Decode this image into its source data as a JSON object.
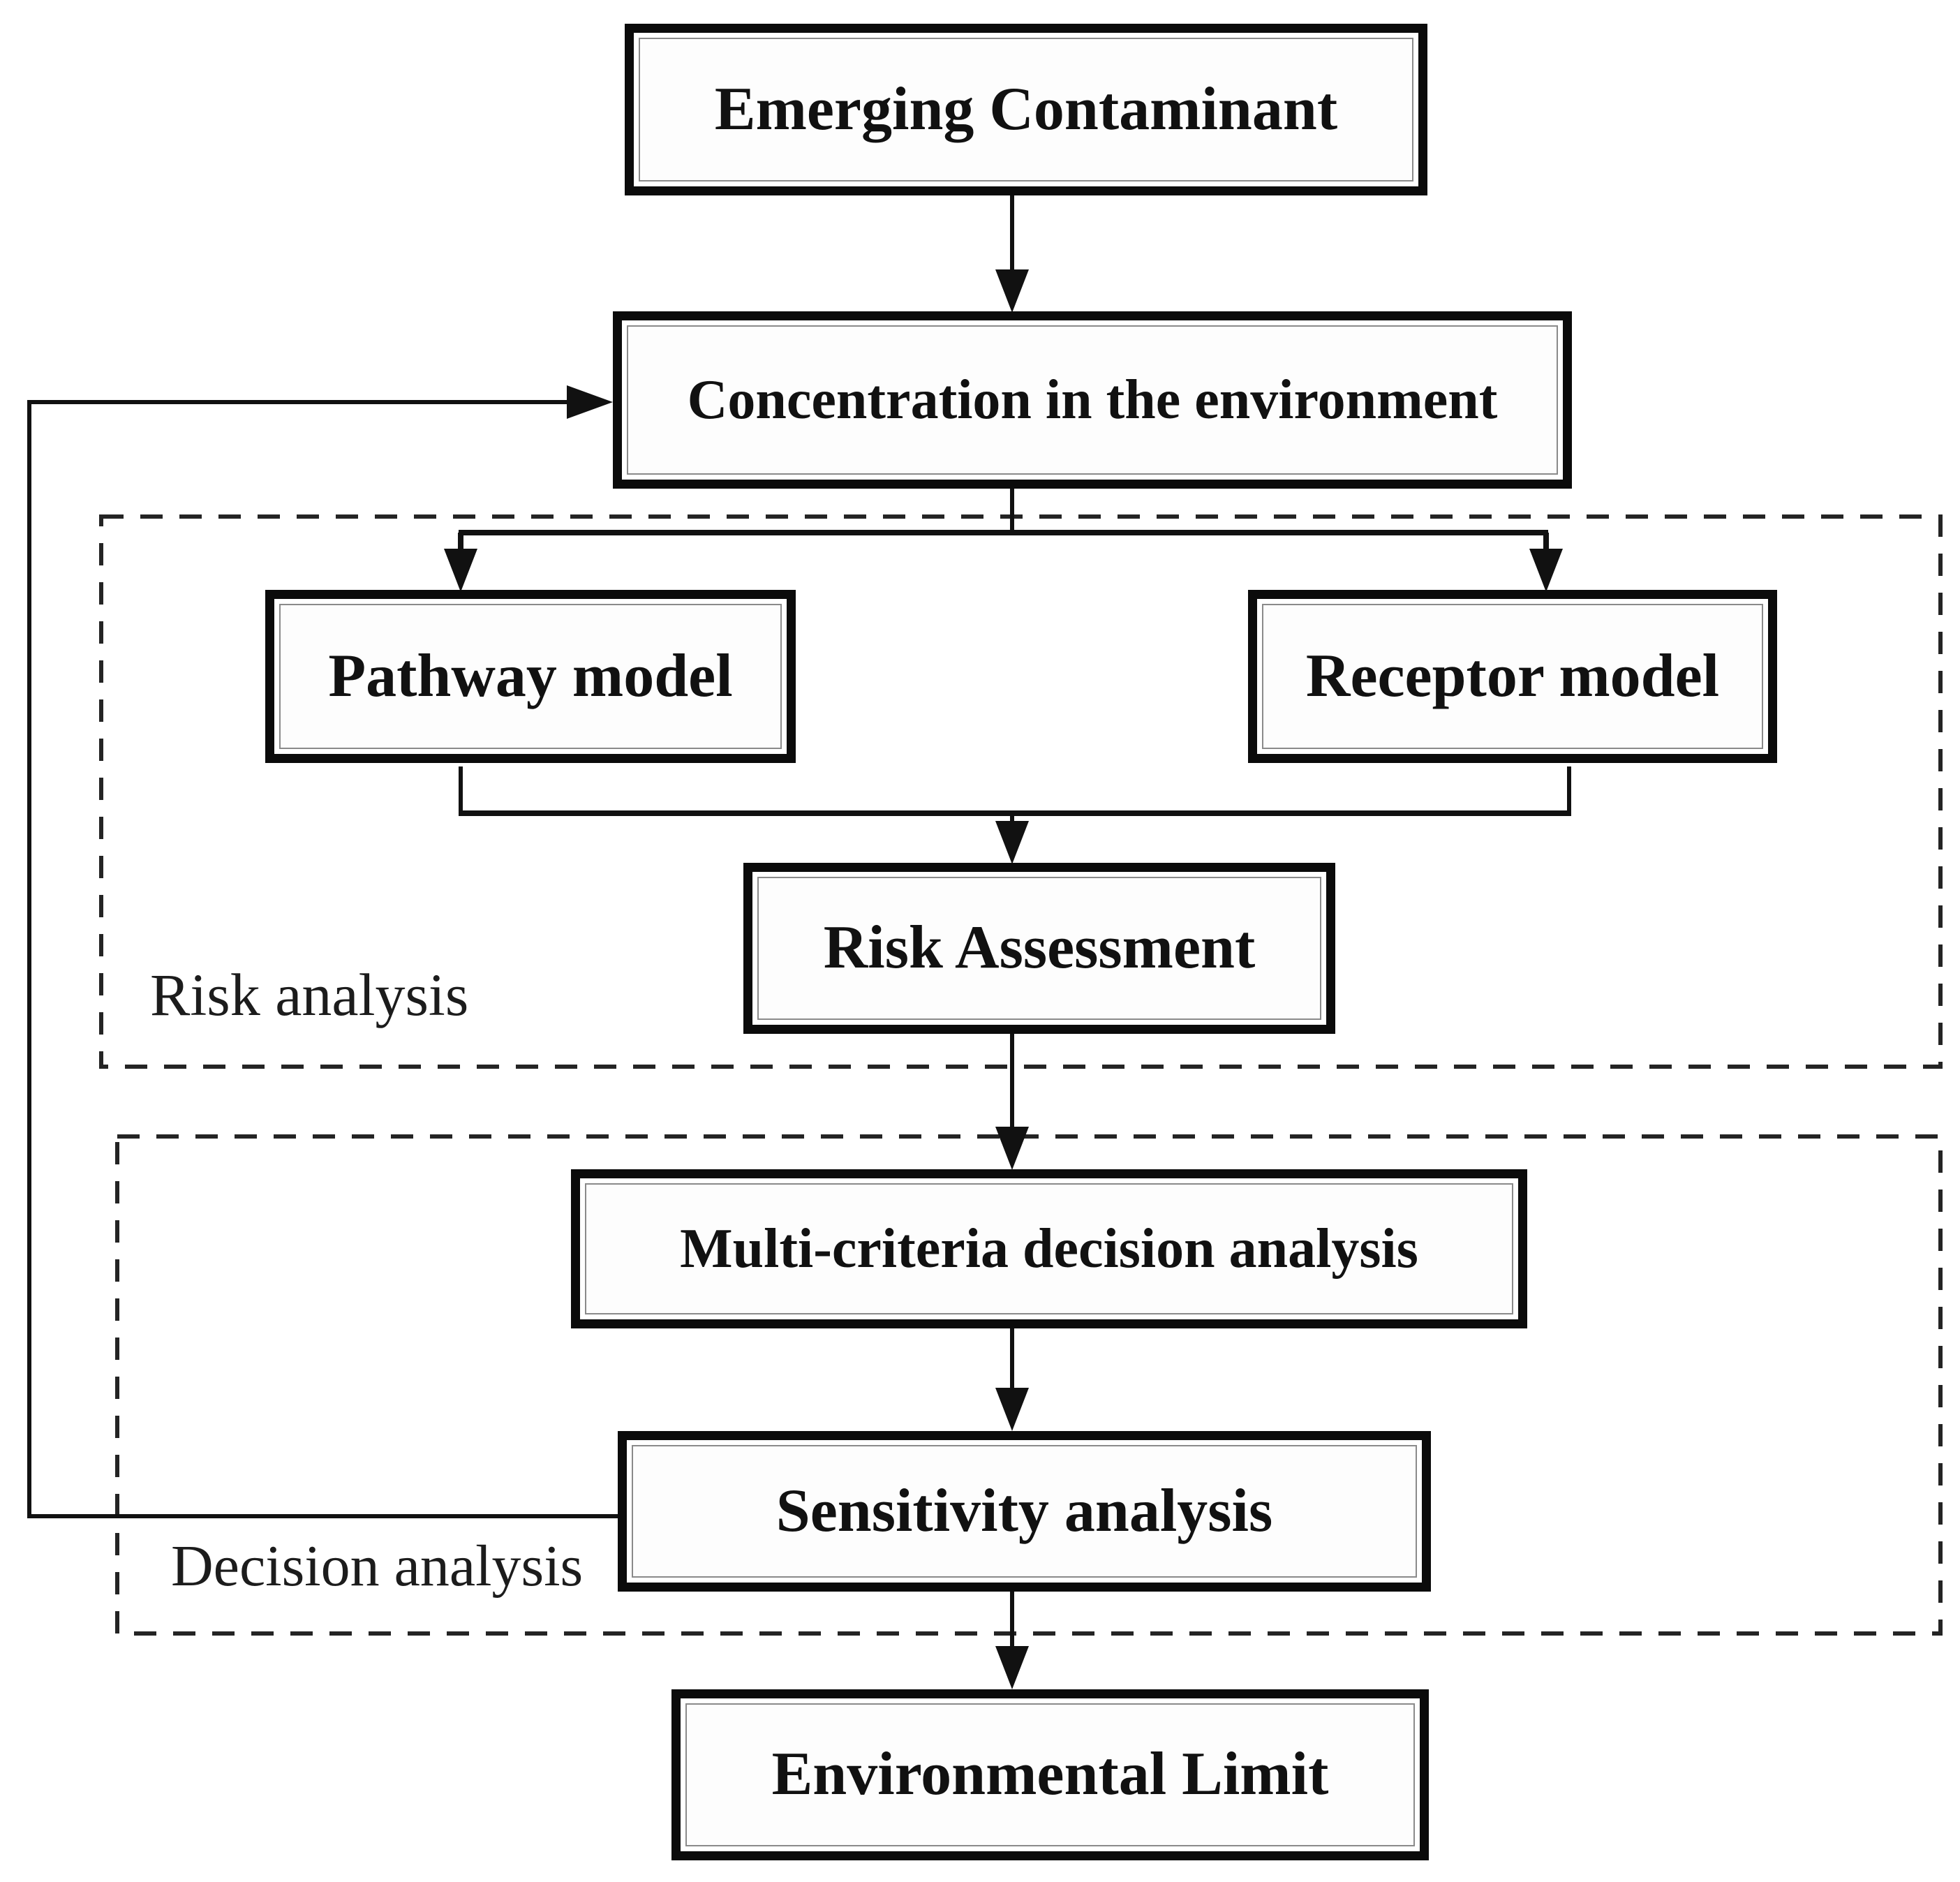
{
  "diagram": {
    "background_color": "#ffffff",
    "line_color": "#161616",
    "nodes": [
      {
        "id": "emerging-contaminant",
        "label": "Emerging Contaminant"
      },
      {
        "id": "concentration-in-the-environment",
        "label": "Concentration in the environment"
      },
      {
        "id": "pathway-model",
        "label": "Pathway model"
      },
      {
        "id": "receptor-model",
        "label": "Receptor model"
      },
      {
        "id": "risk-assessment",
        "label": "Risk Assessment"
      },
      {
        "id": "multi-criteria-decision-analysis",
        "label": "Multi-criteria decision analysis"
      },
      {
        "id": "sensitivity-analysis",
        "label": "Sensitivity analysis"
      },
      {
        "id": "environmental-limit",
        "label": "Environmental Limit"
      }
    ],
    "regions": [
      {
        "id": "risk-analysis",
        "label": "Risk analysis",
        "contains": [
          "pathway-model",
          "receptor-model",
          "risk-assessment"
        ]
      },
      {
        "id": "decision-analysis",
        "label": "Decision analysis",
        "contains": [
          "multi-criteria-decision-analysis",
          "sensitivity-analysis"
        ]
      }
    ],
    "edges": [
      {
        "from": "emerging-contaminant",
        "to": "concentration-in-the-environment",
        "type": "arrow"
      },
      {
        "from": "concentration-in-the-environment",
        "to": "pathway-model",
        "type": "arrow"
      },
      {
        "from": "concentration-in-the-environment",
        "to": "receptor-model",
        "type": "arrow"
      },
      {
        "from": "pathway-model",
        "to": "risk-assessment",
        "type": "arrow"
      },
      {
        "from": "receptor-model",
        "to": "risk-assessment",
        "type": "arrow"
      },
      {
        "from": "risk-assessment",
        "to": "multi-criteria-decision-analysis",
        "type": "arrow"
      },
      {
        "from": "multi-criteria-decision-analysis",
        "to": "sensitivity-analysis",
        "type": "arrow"
      },
      {
        "from": "sensitivity-analysis",
        "to": "environmental-limit",
        "type": "arrow"
      },
      {
        "from": "sensitivity-analysis",
        "to": "concentration-in-the-environment",
        "type": "feedback-arrow"
      }
    ]
  }
}
